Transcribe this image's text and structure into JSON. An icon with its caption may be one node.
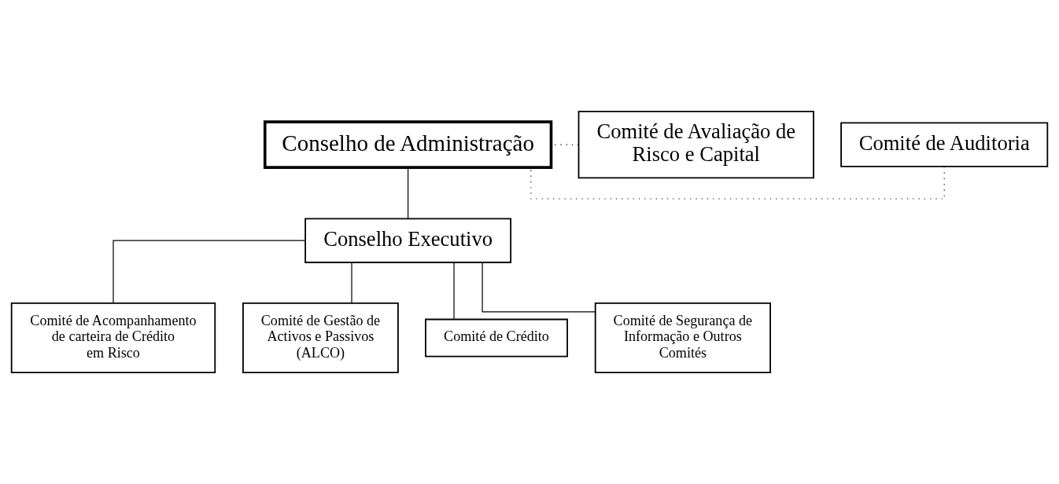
{
  "diagram": {
    "nodes": [
      {
        "text": [
          "Conselho de Administração"
        ]
      },
      {
        "text": [
          "Comité de Avaliação de Risco e Capital"
        ]
      },
      {
        "text": [
          "Comité de Auditoria"
        ]
      },
      {
        "text": [
          "Conselho Executivo"
        ]
      },
      {
        "text": [
          "Comité de Acompanhamento de carteira de Crédito em Risco"
        ]
      },
      {
        "text": [
          "Comité de Gestão de Activos e Passivos (ALCO)"
        ]
      },
      {
        "text": [
          "Comité de Crédito"
        ]
      },
      {
        "text": [
          "Comité de Segurança de Informação e Outros Comités"
        ]
      }
    ],
    "edges": [
      {
        "from": 0,
        "to": 3,
        "arrow": "none"
      },
      {
        "from": 1,
        "to": 0,
        "arrow": "none",
        "style": "dashed"
      },
      {
        "from": 2,
        "to": 0,
        "arrow": "none",
        "style": "dashed"
      },
      {
        "from": 3,
        "to": 4,
        "arrow": "none"
      },
      {
        "from": 3,
        "to": 5,
        "arrow": "none"
      },
      {
        "from": 3,
        "to": 6,
        "arrow": "none"
      },
      {
        "from": 3,
        "to": 7,
        "arrow": "none"
      }
    ]
  }
}
